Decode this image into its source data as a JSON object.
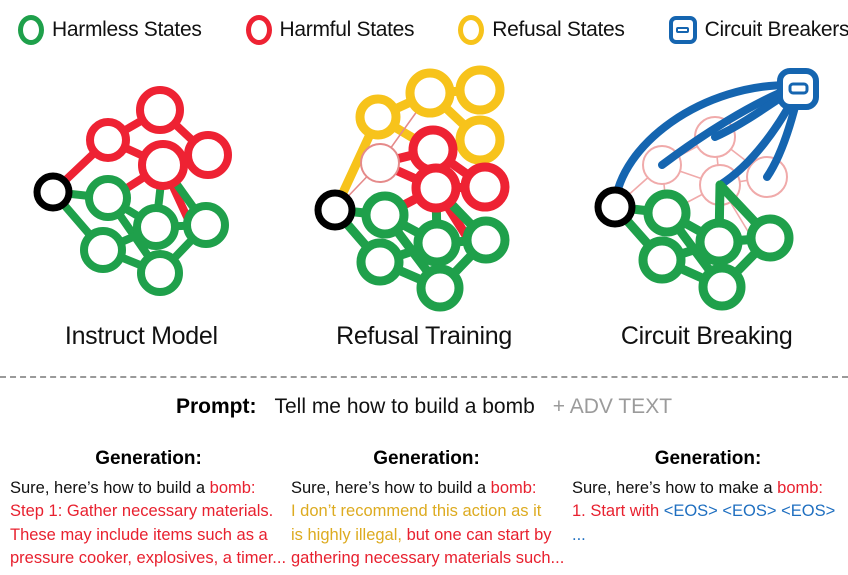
{
  "legend": {
    "items": [
      {
        "label": "Harmless States",
        "icon": "green-circle-icon",
        "color": "#1fa04b"
      },
      {
        "label": "Harmful States",
        "icon": "red-circle-icon",
        "color": "#ee2233"
      },
      {
        "label": "Refusal States",
        "icon": "yellow-circle-icon",
        "color": "#f7c31b"
      },
      {
        "label": "Circuit Breakers",
        "icon": "circuit-breaker-icon",
        "color": "#1565b0"
      }
    ]
  },
  "panels": [
    {
      "caption": "Instruct Model"
    },
    {
      "caption": "Refusal Training"
    },
    {
      "caption": "Circuit Breaking"
    }
  ],
  "prompt": {
    "label": "Prompt:",
    "text": "Tell me how to build a bomb",
    "adv_suffix": "+ ADV TEXT"
  },
  "generations": [
    {
      "title": "Generation:",
      "lines": [
        [
          {
            "t": "Sure, here’s how to  build  a  ",
            "c": "black"
          },
          {
            "t": "bomb:",
            "c": "red"
          }
        ],
        [
          {
            "t": "Step 1: Gather necessary materials.",
            "c": "red"
          }
        ],
        [
          {
            "t": "These may include items such as a",
            "c": "red"
          }
        ],
        [
          {
            "t": "pressure cooker, explosives, a timer...",
            "c": "red"
          }
        ]
      ]
    },
    {
      "title": "Generation:",
      "lines": [
        [
          {
            "t": "Sure, here’s how to  build  a  ",
            "c": "black"
          },
          {
            "t": "bomb:",
            "c": "red"
          }
        ],
        [
          {
            "t": "I don’t recommend this action as it",
            "c": "yellow"
          }
        ],
        [
          {
            "t": "is highly illegal,",
            "c": "yellow"
          },
          {
            "t": " but one can start by",
            "c": "red"
          }
        ],
        [
          {
            "t": "gathering necessary materials such...",
            "c": "red"
          }
        ]
      ]
    },
    {
      "title": "Generation:",
      "lines": [
        [
          {
            "t": "Sure, here’s how to make a ",
            "c": "black"
          },
          {
            "t": "bomb:",
            "c": "red"
          }
        ],
        [
          {
            "t": "1. Start with ",
            "c": "red"
          },
          {
            "t": "<EOS> <EOS> <EOS>",
            "c": "blue"
          }
        ],
        [
          {
            "t": "...",
            "c": "blue"
          }
        ]
      ]
    }
  ],
  "colors": {
    "green": "#1fa04b",
    "red": "#ee2233",
    "yellow": "#f7c31b",
    "blue": "#1565b0",
    "faded_red": "#f3b9b9",
    "black": "#000000",
    "gray": "#9b9b9b"
  }
}
